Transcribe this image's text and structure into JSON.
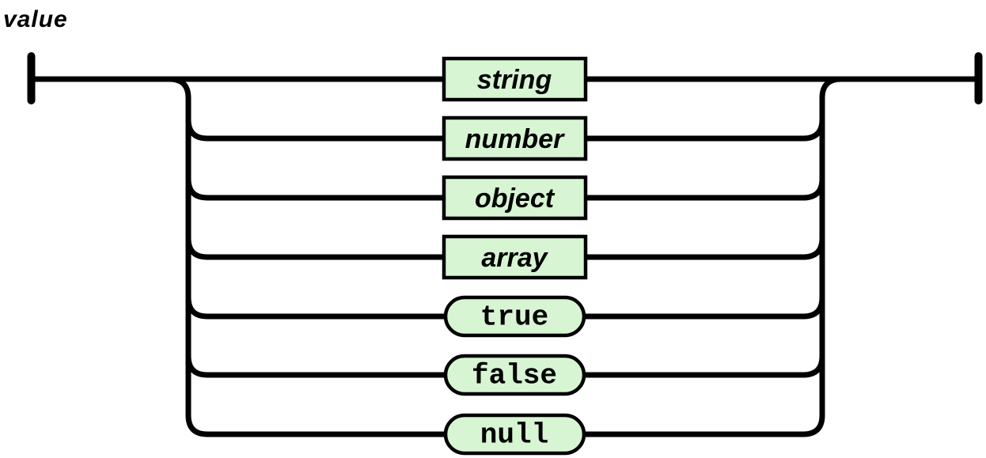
{
  "diagram": {
    "title": "value",
    "kind": "railroad-syntax-diagram",
    "colors": {
      "node_fill": "#d7f5d3",
      "line": "#000000",
      "background": "#ffffff"
    },
    "nodes": [
      {
        "label": "string",
        "kind": "nonterminal"
      },
      {
        "label": "number",
        "kind": "nonterminal"
      },
      {
        "label": "object",
        "kind": "nonterminal"
      },
      {
        "label": "array",
        "kind": "nonterminal"
      },
      {
        "label": "true",
        "kind": "terminal"
      },
      {
        "label": "false",
        "kind": "terminal"
      },
      {
        "label": "null",
        "kind": "terminal"
      }
    ]
  }
}
